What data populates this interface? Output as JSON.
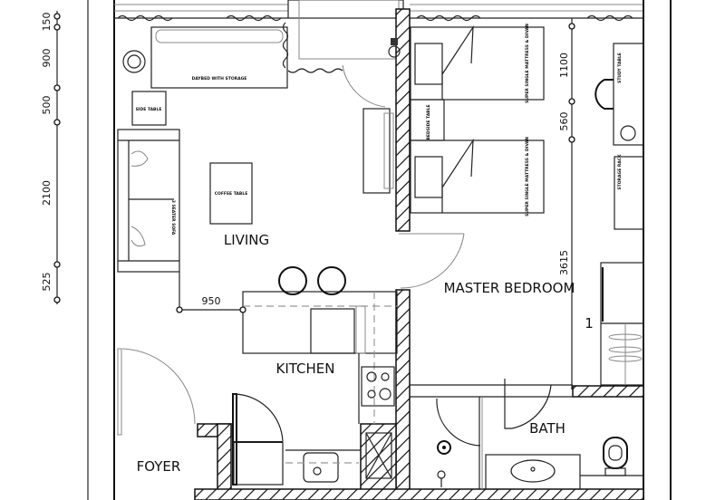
{
  "rooms": {
    "living": "LIVING",
    "kitchen": "KITCHEN",
    "foyer": "FOYER",
    "master_bedroom": "MASTER BEDROOM",
    "bath": "BATH"
  },
  "furniture": {
    "daybed": "DAYBED WITH STORAGE",
    "side_table": "SIDE TABLE",
    "coffee_table": "COFFEE TABLE",
    "sofa": "3 SEATER SOFA",
    "bed_1": "SUPER SINGLE MATTRESS & DIVAN",
    "bed_2": "SUPER SINGLE MATTRESS & DIVAN",
    "bedside_table": "BEDSIDE TABLE",
    "study_table": "STUDY TABLE",
    "storage_rack": "STORAGE RACK"
  },
  "dimensions": {
    "left": [
      "150",
      "900",
      "500",
      "2100",
      "525"
    ],
    "bedroom": [
      "1100",
      "560",
      "3615"
    ],
    "kitchen_offset": "950"
  },
  "markers": {
    "wardrobe_tag": "1"
  }
}
